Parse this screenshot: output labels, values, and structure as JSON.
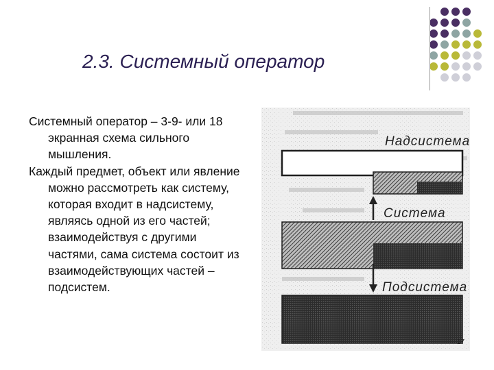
{
  "slide": {
    "title": "2.3. Системный оператор",
    "paragraphs": [
      "Системный оператор – 3-9- или 18 экранная схема сильного мышления.",
      "Каждый предмет, объект или явление можно рассмотреть как систему, которая входит в надсистему, являясь одной из его частей; взаимодействуя с другими частями, сама система состоит из взаимодействующих частей – подсистем."
    ],
    "page_number": "17"
  },
  "figure": {
    "label_top": "Надсистема",
    "label_middle": "Система",
    "label_bottom": "Подсистема"
  },
  "colors": {
    "title": "#2a1f52",
    "dot_dark": "#4a2f63",
    "dot_teal": "#8ea5a3",
    "dot_olive": "#b9b938",
    "dot_light": "#cfcfd8"
  }
}
